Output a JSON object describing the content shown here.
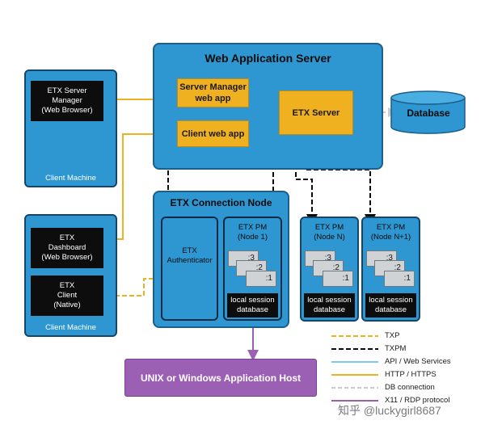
{
  "web_server": {
    "title": "Web Application Server"
  },
  "server_manager_app": {
    "line1": "Server Manager",
    "line2": "web app"
  },
  "client_app": {
    "label": "Client web app"
  },
  "etx_server": {
    "label": "ETX Server"
  },
  "database": {
    "label": "Database"
  },
  "client_machine_top": {
    "browser_line1": "ETX Server",
    "browser_line2": "Manager",
    "browser_line3": "(Web Browser)",
    "label": "Client Machine"
  },
  "client_machine_bottom": {
    "dashboard_line1": "ETX",
    "dashboard_line2": "Dashboard",
    "dashboard_line3": "(Web Browser)",
    "native_line1": "ETX",
    "native_line2": "Client",
    "native_line3": "(Native)",
    "label": "Client Machine"
  },
  "connection_node": {
    "title": "ETX Connection Node",
    "auth_line1": "ETX",
    "auth_line2": "Authenticator"
  },
  "pm_node1": {
    "line1": "ETX PM",
    "line2": "(Node 1)",
    "c3": ":3",
    "c2": ":2",
    "c1": ":1",
    "db_line1": "local session",
    "db_line2": "database"
  },
  "pm_nodeN": {
    "line1": "ETX PM",
    "line2": "(Node N)",
    "c3": ":3",
    "c2": ":2",
    "c1": ":1",
    "db_line1": "local session",
    "db_line2": "database"
  },
  "pm_nodeN1": {
    "line1": "ETX PM",
    "line2": "(Node N+1)",
    "c3": ":3",
    "c2": ":2",
    "c1": ":1",
    "db_line1": "local session",
    "db_line2": "database"
  },
  "app_host": {
    "label": "UNIX or Windows Application Host"
  },
  "legend": {
    "txp": "TXP",
    "txpm": "TXPM",
    "api": "API / Web Services",
    "http": "HTTP / HTTPS",
    "db": "DB connection",
    "x11": "X11 / RDP protocol"
  },
  "watermark": "知乎 @luckygirl8687",
  "colors": {
    "blue": "#2e97d1",
    "gold": "#f0b121",
    "purple": "#9b5fb4",
    "arrow_blue": "#7ec8ee",
    "txp": "#f0b121"
  }
}
